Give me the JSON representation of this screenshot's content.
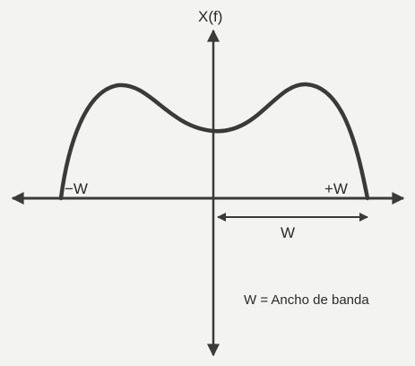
{
  "diagram": {
    "y_axis_label": "X(f)",
    "neg_band_label": "−W",
    "pos_band_label": "+W",
    "width_label": "W",
    "legend": "W = Ancho de banda"
  },
  "colors": {
    "background": "#f3f3f1",
    "stroke": "#3a3a3a",
    "text": "#2a2a2a"
  },
  "spectrum": {
    "shape": "band-limited, two symmetric peaks with central dip",
    "zero_outside_band": true
  }
}
